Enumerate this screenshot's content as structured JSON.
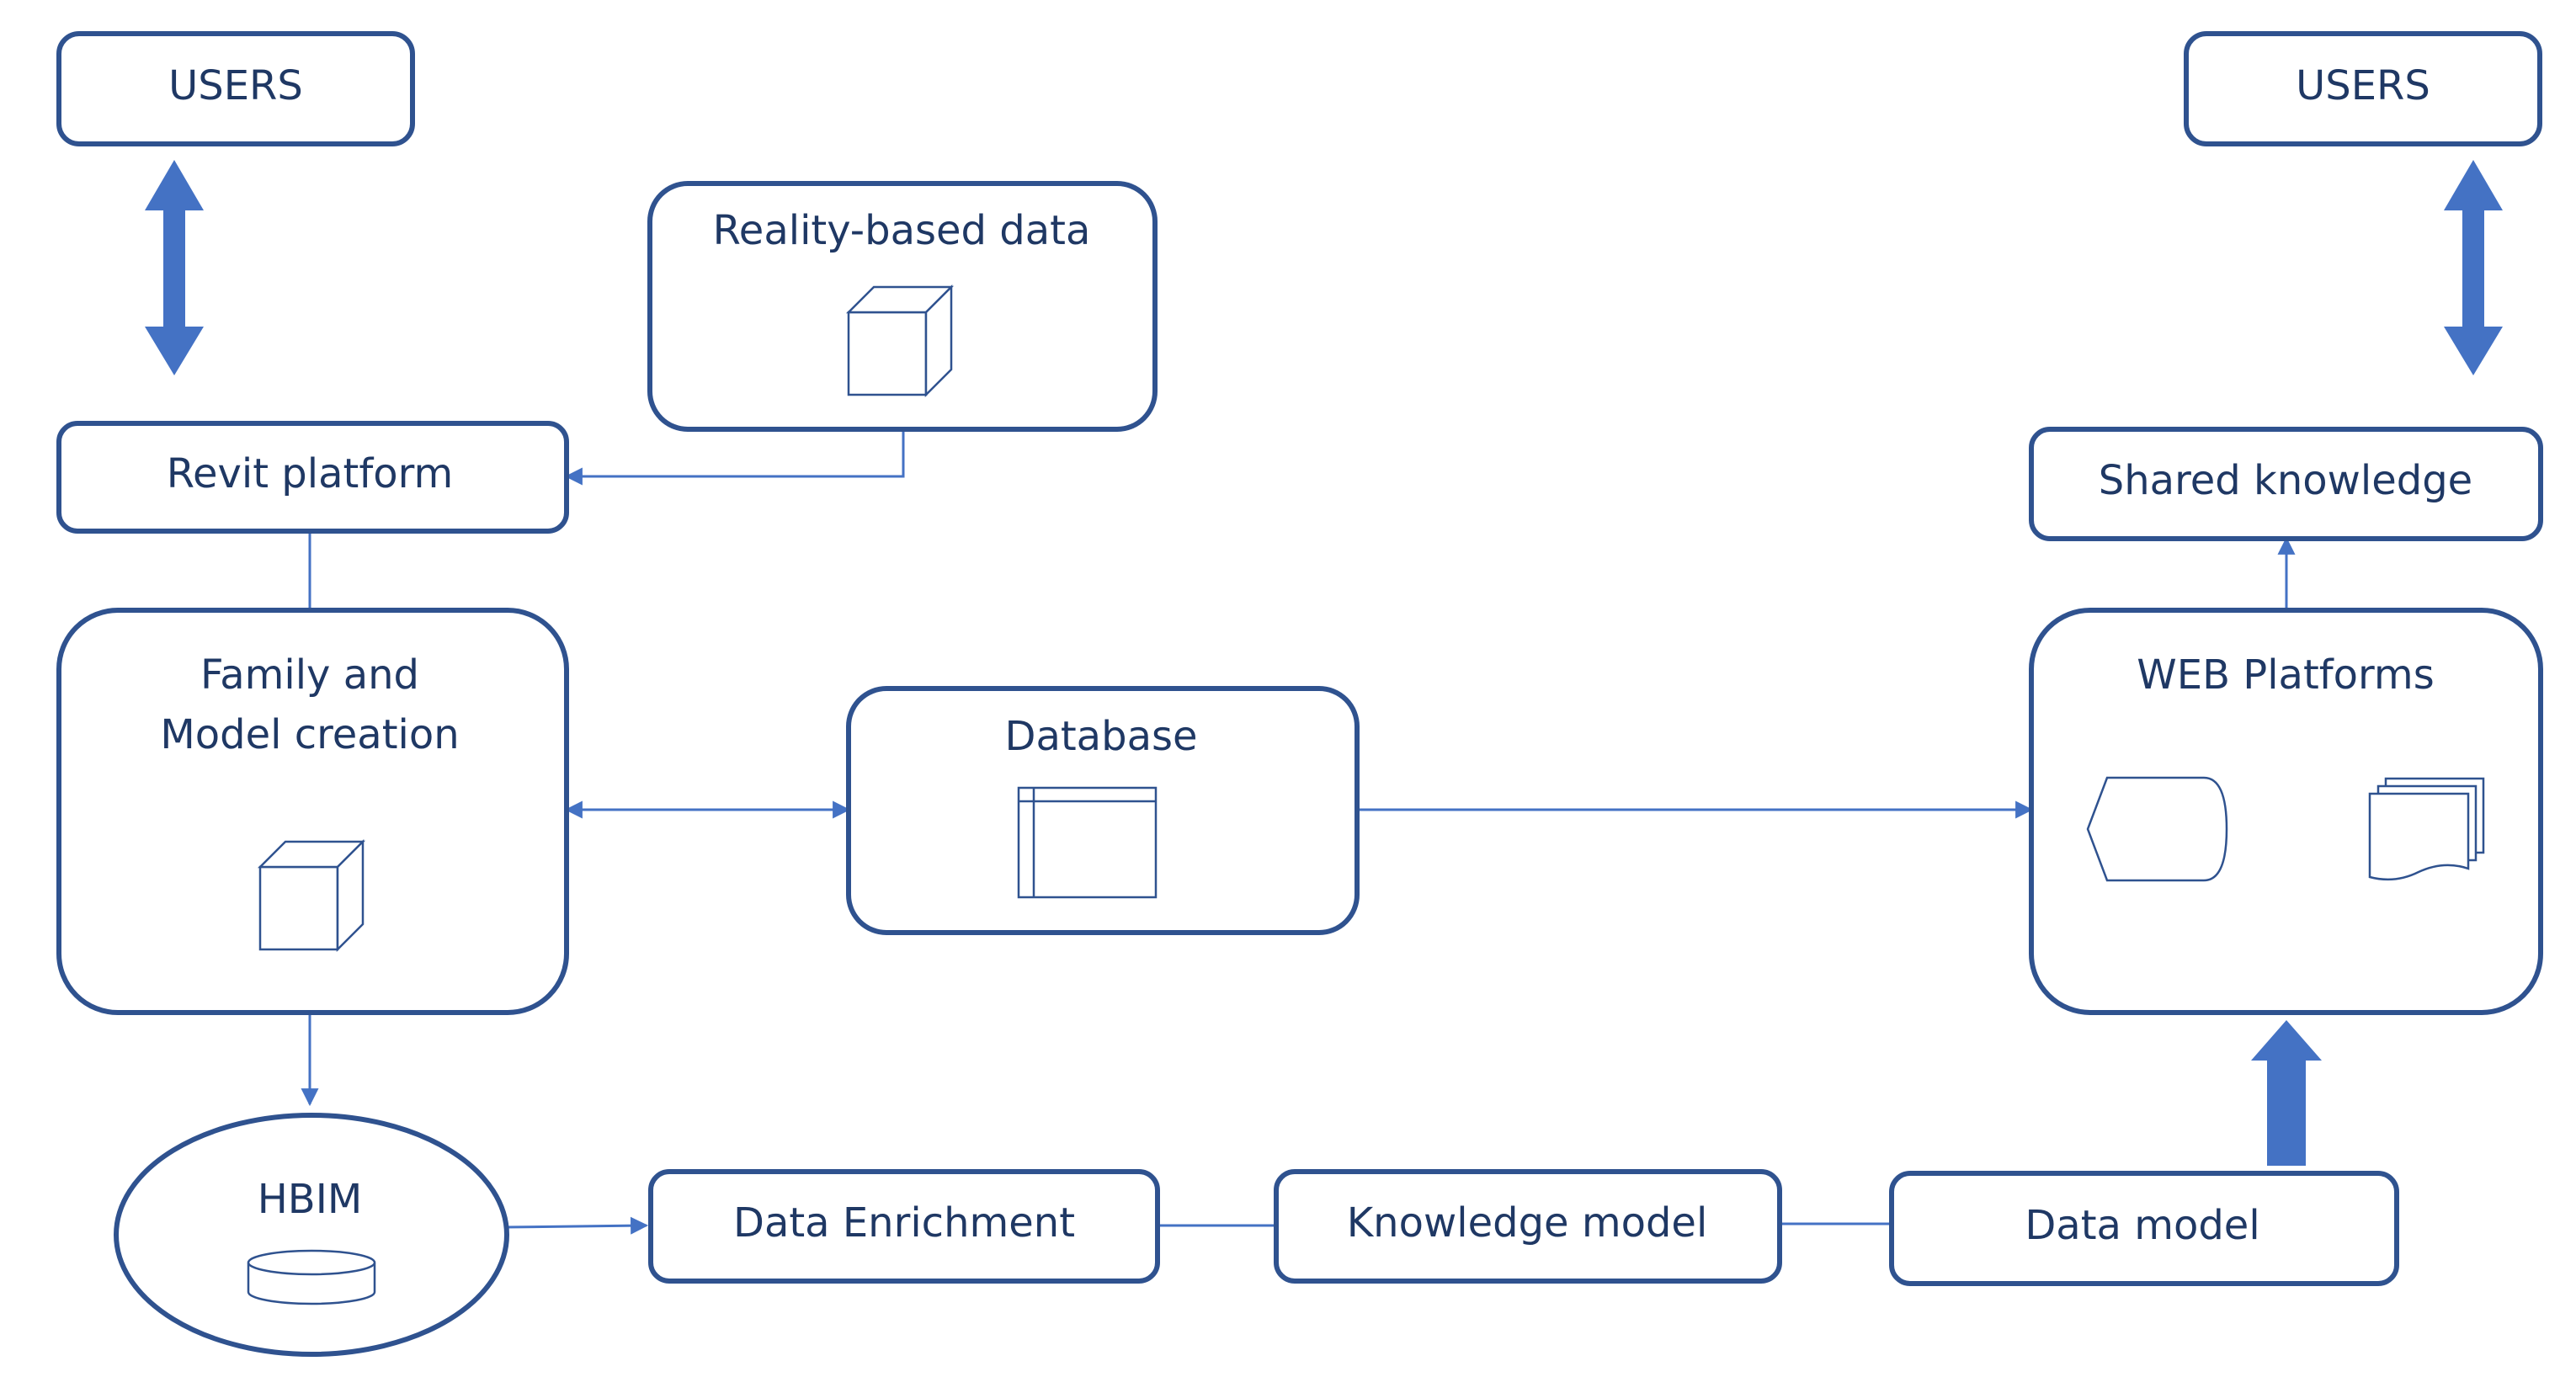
{
  "colors": {
    "box_border": "#2f528f",
    "text": "#1f3864",
    "connector": "#4472c4"
  },
  "nodes": {
    "users_left": "USERS",
    "users_right": "USERS",
    "reality_data": "Reality-based data",
    "revit_platform": "Revit platform",
    "family_model": [
      "Family and",
      "Model creation"
    ],
    "database": "Database",
    "shared_knowledge": "Shared knowledge",
    "web_platforms": "WEB Platforms",
    "hbim": "HBIM",
    "data_enrichment": "Data Enrichment",
    "knowledge_model": "Knowledge model",
    "data_model": "Data model"
  },
  "icons": {
    "reality_data": "cube-icon",
    "family_model": "cube-icon",
    "database": "table-window-icon",
    "hbim": "cylinder-disk-icon",
    "web_display": "display-shape-icon",
    "web_documents": "multi-document-icon"
  }
}
